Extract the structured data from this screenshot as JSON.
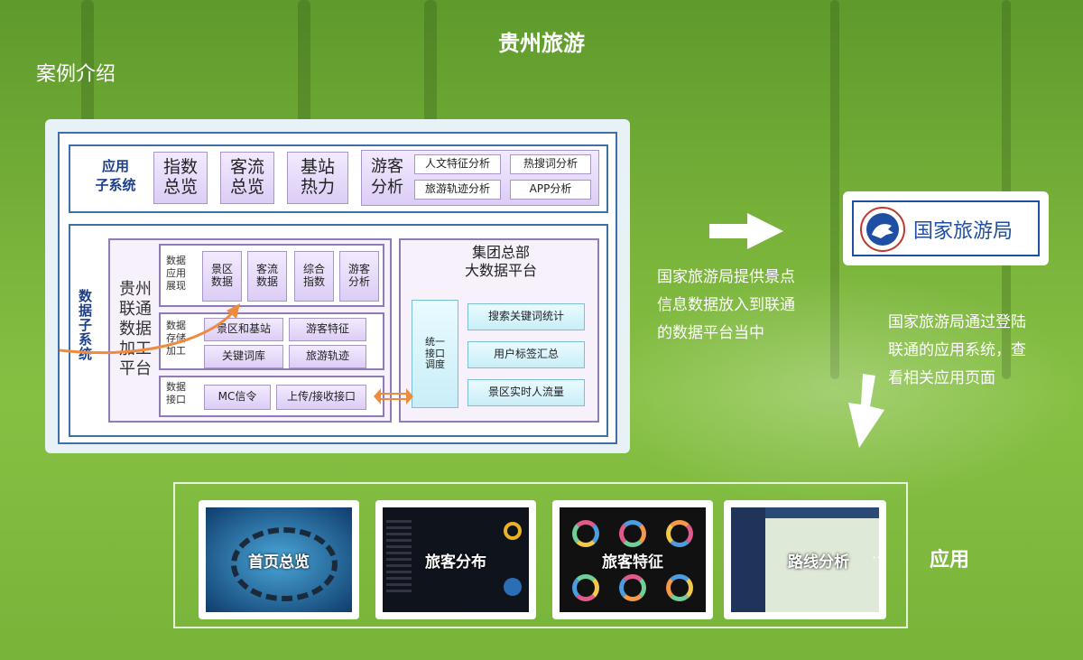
{
  "title": "贵州旅游",
  "subtitle": "案例介绍",
  "app_subsystem": {
    "label": "应用\n子系统",
    "items": [
      "指数\n总览",
      "客流\n总览",
      "基站\n热力"
    ],
    "tourist_block": {
      "label": "游客\n分析",
      "cells": [
        "人文特征分析",
        "热搜词分析",
        "旅游轨迹分析",
        "APP分析"
      ]
    }
  },
  "data_subsystem": {
    "label": "数据子系统",
    "gz_platform": {
      "label": "贵州\n联通\n数据\n加工\n平台",
      "display": {
        "label": "数据\n应用\n展现",
        "items": [
          "景区\n数据",
          "客流\n数据",
          "综合\n指数",
          "游客\n分析"
        ]
      },
      "storage": {
        "label": "数据\n存储\n加工",
        "items": [
          "景区和基站",
          "游客特征",
          "关键词库",
          "旅游轨迹"
        ]
      },
      "interface": {
        "label": "数据\n接口",
        "items": [
          "MC信令",
          "上传/接收接口"
        ]
      }
    },
    "hq_platform": {
      "label": "集团总部\n大数据平台",
      "gateway": "统一\n接口\n调度",
      "items": [
        "搜索关键词统计",
        "用户标签汇总",
        "景区实时人流量"
      ]
    }
  },
  "logo": {
    "text": "国家旅游局"
  },
  "desc1": "国家旅游局提供景点\n信息数据放入到联通\n的数据平台当中",
  "desc2": "国家旅游局通过登陆\n联通的应用系统，查\n看相关应用页面",
  "apps": {
    "label": "应用",
    "items": [
      "首页总览",
      "旅客分布",
      "旅客特征",
      "路线分析"
    ],
    "more": "···"
  }
}
